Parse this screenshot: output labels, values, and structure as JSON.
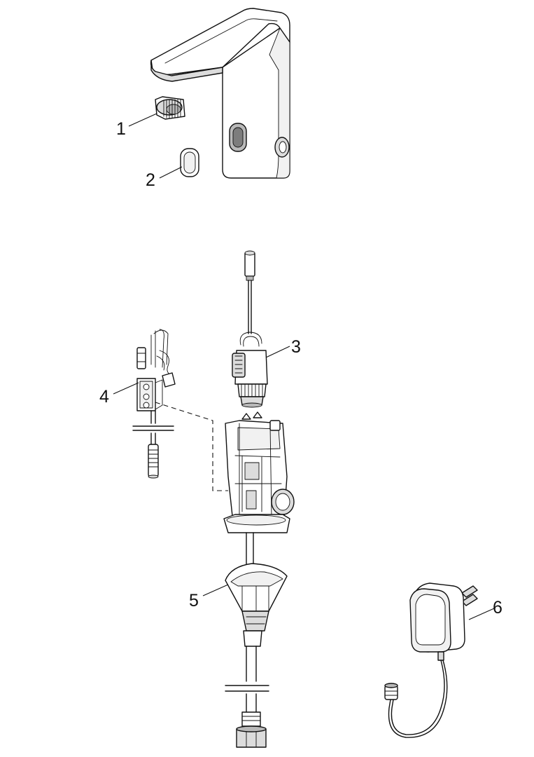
{
  "callouts": [
    {
      "id": "1",
      "label": "1",
      "part": "aerator"
    },
    {
      "id": "2",
      "label": "2",
      "part": "sensor-window-cover"
    },
    {
      "id": "3",
      "label": "3",
      "part": "solenoid-valve"
    },
    {
      "id": "4",
      "label": "4",
      "part": "sensor-connector-block"
    },
    {
      "id": "5",
      "label": "5",
      "part": "mounting-assembly"
    },
    {
      "id": "6",
      "label": "6",
      "part": "power-adapter"
    }
  ]
}
